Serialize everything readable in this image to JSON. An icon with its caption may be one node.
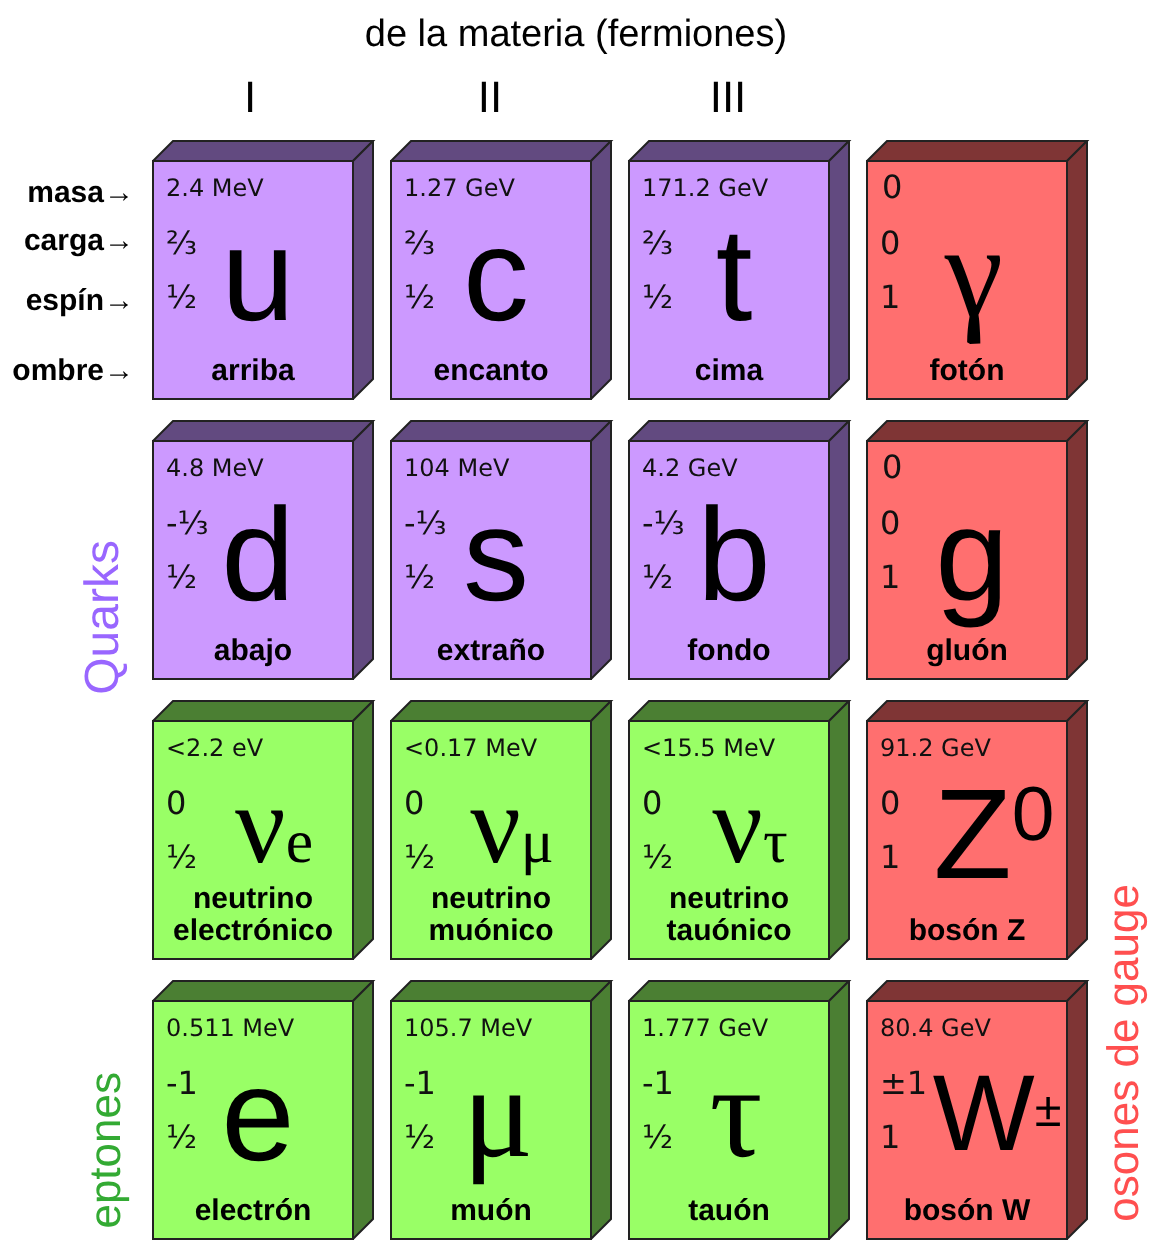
{
  "diagram": {
    "title": "de la materia (fermiones)",
    "nodes": [
      {
        "text": [
          "2.4 MeV",
          "⅔",
          "½",
          "u",
          "arriba"
        ]
      },
      {
        "text": [
          "1.27 GeV",
          "⅔",
          "½",
          "c",
          "encanto"
        ]
      },
      {
        "text": [
          "171.2 GeV",
          "⅔",
          "½",
          "t",
          "cima"
        ]
      },
      {
        "text": [
          "0",
          "0",
          "1",
          "γ",
          "fotón"
        ]
      },
      {
        "text": [
          "4.8 MeV",
          "-⅓",
          "½",
          "d",
          "abajo"
        ]
      },
      {
        "text": [
          "104 MeV",
          "-⅓",
          "½",
          "s",
          "extraño"
        ]
      },
      {
        "text": [
          "4.2 GeV",
          "-⅓",
          "½",
          "b",
          "fondo"
        ]
      },
      {
        "text": [
          "0",
          "0",
          "1",
          "g",
          "gluón"
        ]
      },
      {
        "text": [
          "<2.2 eV",
          "0",
          "½",
          "ν$_{e}$",
          "neutrino electrónico"
        ]
      },
      {
        "text": [
          "<0.17 MeV",
          "0",
          "½",
          "ν$_{μ}$",
          "neutrino muónico"
        ]
      },
      {
        "text": [
          "<15.5 MeV",
          "0",
          "½",
          "ν$_{τ}$",
          "neutrino tauónico"
        ]
      },
      {
        "text": [
          "91.2 GeV",
          "0",
          "1",
          "Z$^{0}$",
          "bosón Z"
        ]
      },
      {
        "text": [
          "0.511 MeV",
          "-1",
          "½",
          "e",
          "electrón"
        ]
      },
      {
        "text": [
          "105.7 MeV",
          "-1",
          "½",
          "μ",
          "muón"
        ]
      },
      {
        "text": [
          "1.777 GeV",
          "-1",
          "½",
          "τ",
          "tauón"
        ]
      },
      {
        "text": [
          "80.4 GeV",
          "±1",
          "1",
          "W$^{±}$",
          "bosón W"
        ]
      }
    ],
    "labels": [
      "I",
      "II",
      "III",
      "masa→",
      "carga→",
      "espín→",
      "ombre→",
      "Quarks",
      "eptones",
      "osones de gauge"
    ]
  }
}
